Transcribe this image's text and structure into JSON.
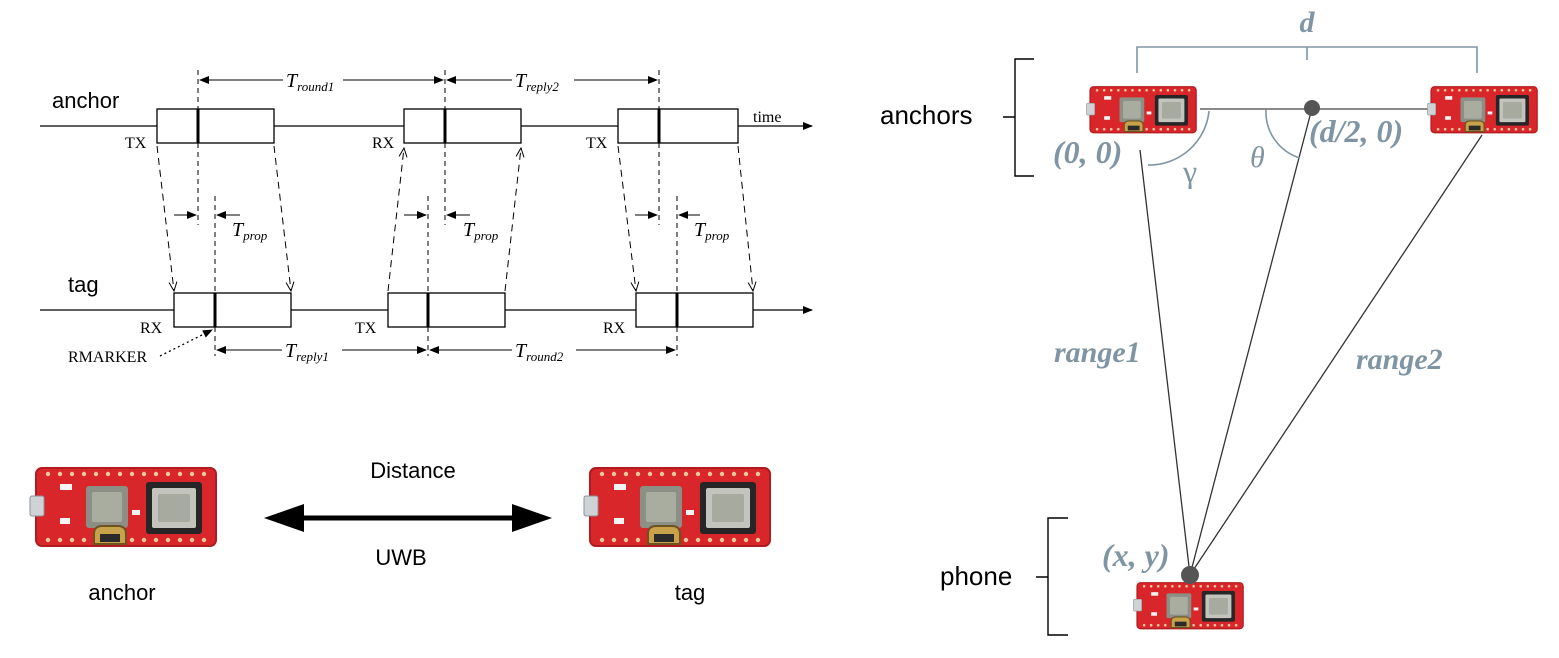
{
  "timing": {
    "anchor_label": "anchor",
    "tag_label": "tag",
    "time_label": "time",
    "tx": "TX",
    "rx": "RX",
    "rmarker": "RMARKER",
    "T": "T",
    "round1_sub": "round1",
    "reply2_sub": "reply2",
    "reply1_sub": "reply1",
    "round2_sub": "round2",
    "prop_sub": "prop"
  },
  "link": {
    "distance": "Distance",
    "uwb": "UWB",
    "anchor_label": "anchor",
    "tag_label": "tag"
  },
  "geometry": {
    "d": "d",
    "anchors_label": "anchors",
    "phone_label": "phone",
    "origin": "(0, 0)",
    "midpoint": "(d/2, 0)",
    "phone_coord": "(x, y)",
    "gamma": "γ",
    "theta": "θ",
    "range1": "range1",
    "range2": "range2"
  },
  "colors": {
    "board_red": "#d9262a",
    "annotation_gray": "#7f95a3",
    "dot": "#555555"
  }
}
